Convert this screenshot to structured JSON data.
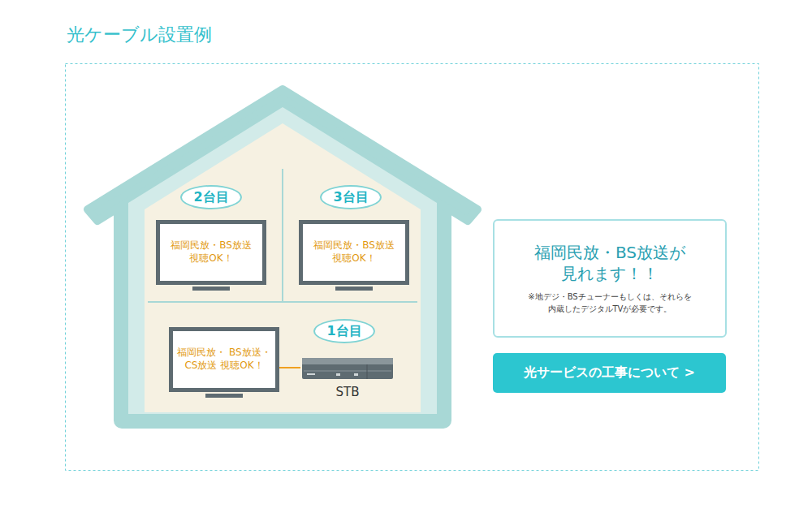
{
  "diagram": {
    "title": "光ケーブル設置例",
    "nodes": [
      {
        "text": [
          "2台目"
        ]
      },
      {
        "text": [
          "福岡民放・BS放送 視聴OK！"
        ]
      },
      {
        "text": [
          "3台目"
        ]
      },
      {
        "text": [
          "福岡民放・BS放送 視聴OK！"
        ]
      },
      {
        "text": [
          "1台目"
        ]
      },
      {
        "text": [
          "福岡民放・ BS放送・CS放送 視聴OK！"
        ]
      },
      {
        "text": [
          "STB"
        ]
      },
      {
        "text": [
          "福岡民放・BS放送が 見れます！！",
          "※地デジ・BSチューナーもしくは、それらを 内蔵したデジタルTVが必要です。"
        ]
      },
      {
        "text": [
          "光サービスの工事について >"
        ]
      }
    ],
    "edges": [
      {
        "from": 5,
        "to": 6,
        "arrow": "none"
      }
    ]
  }
}
